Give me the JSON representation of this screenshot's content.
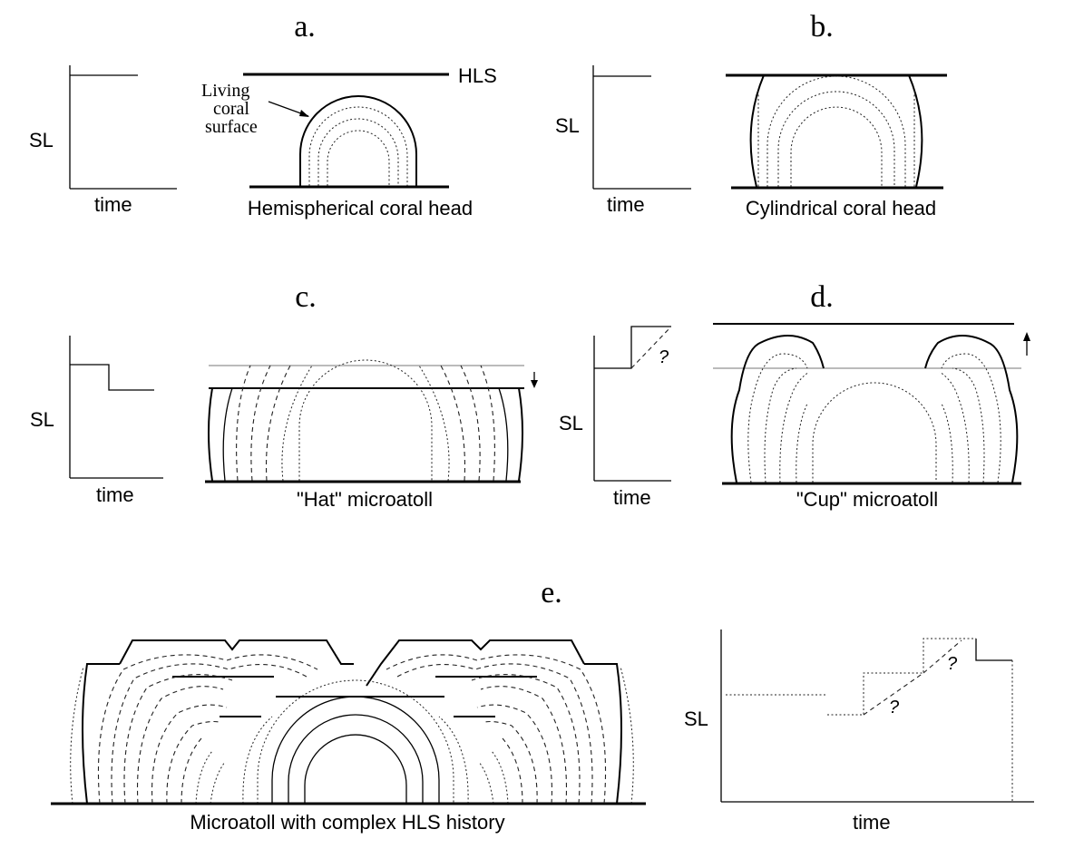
{
  "panels": {
    "a": {
      "label": "a.",
      "y_axis": "SL",
      "x_axis": "time",
      "hls_label": "HLS",
      "annotation_lines": [
        "Living",
        "coral",
        "surface"
      ],
      "caption": "Hemispherical coral head"
    },
    "b": {
      "label": "b.",
      "y_axis": "SL",
      "x_axis": "time",
      "caption": "Cylindrical coral head"
    },
    "c": {
      "label": "c.",
      "y_axis": "SL",
      "x_axis": "time",
      "caption": "\"Hat\" microatoll"
    },
    "d": {
      "label": "d.",
      "y_axis": "SL",
      "x_axis": "time",
      "question": "?",
      "caption": "\"Cup\" microatoll"
    },
    "e": {
      "label": "e.",
      "y_axis": "SL",
      "x_axis": "time",
      "question_1": "?",
      "question_2": "?",
      "caption": "Microatoll with complex HLS history"
    }
  }
}
